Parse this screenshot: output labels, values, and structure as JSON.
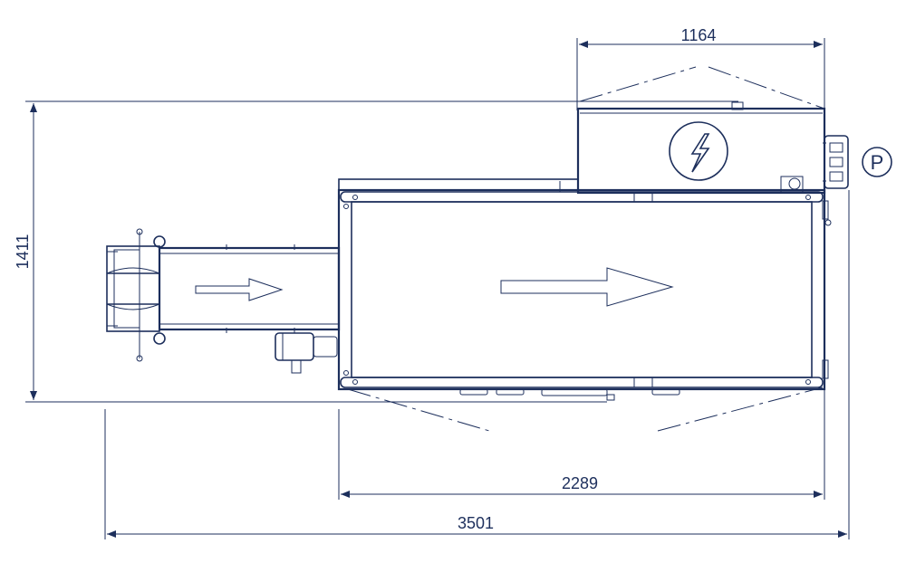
{
  "dimensions": {
    "top_width": "1164",
    "height": "1411",
    "main_width": "2289",
    "overall_width": "3501"
  },
  "symbols": {
    "power_label": "P",
    "electrical_icon": "lightning-bolt-icon",
    "flow_direction_icon": "arrow-right-icon"
  },
  "colors": {
    "line": "#1d2f5c",
    "background": "#ffffff"
  }
}
